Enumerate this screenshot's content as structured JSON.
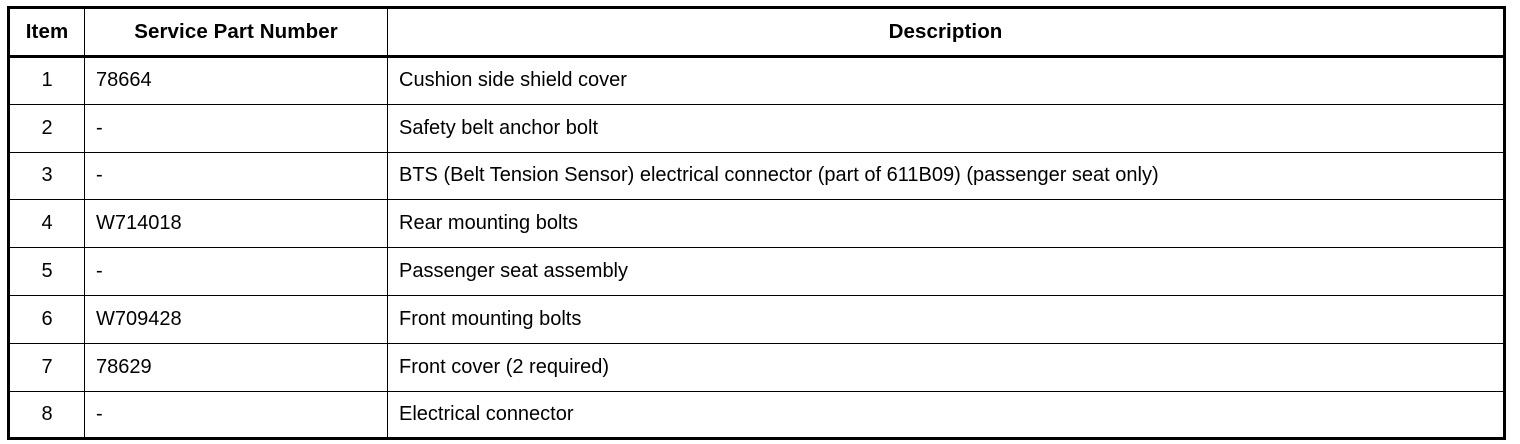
{
  "table": {
    "columns": [
      {
        "key": "item",
        "label": "Item"
      },
      {
        "key": "partnumber",
        "label": "Service Part Number"
      },
      {
        "key": "description",
        "label": "Description"
      }
    ],
    "rows": [
      {
        "item": "1",
        "partnumber": "78664",
        "description": "Cushion side shield cover"
      },
      {
        "item": "2",
        "partnumber": "-",
        "description": "Safety belt anchor bolt"
      },
      {
        "item": "3",
        "partnumber": "-",
        "description": "BTS (Belt Tension Sensor) electrical connector (part of 611B09) (passenger seat only)"
      },
      {
        "item": "4",
        "partnumber": "W714018",
        "description": "Rear mounting bolts"
      },
      {
        "item": "5",
        "partnumber": "-",
        "description": "Passenger seat assembly"
      },
      {
        "item": "6",
        "partnumber": "W709428",
        "description": "Front mounting bolts"
      },
      {
        "item": "7",
        "partnumber": "78629",
        "description": "Front cover (2 required)"
      },
      {
        "item": "8",
        "partnumber": "-",
        "description": "Electrical connector"
      }
    ]
  },
  "colors": {
    "border": "#000000",
    "text": "#000000",
    "background": "#ffffff"
  }
}
